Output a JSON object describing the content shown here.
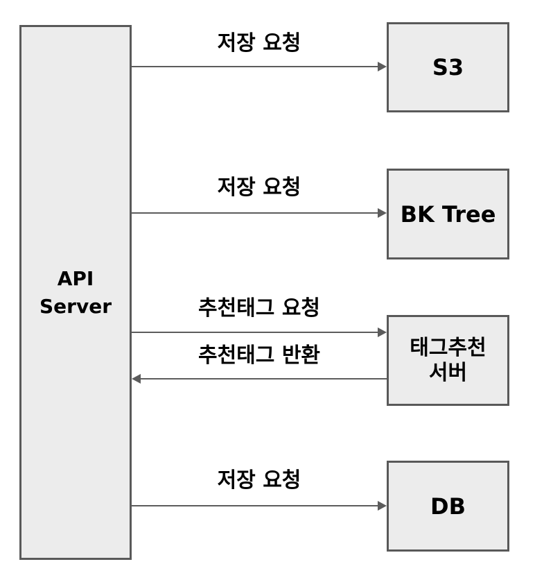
{
  "diagram": {
    "api_server": {
      "label_line1": "API",
      "label_line2": "Server"
    },
    "nodes": [
      {
        "label": "S3"
      },
      {
        "label": "BK Tree"
      },
      {
        "label_line1": "태그추천",
        "label_line2": "서버"
      },
      {
        "label": "DB"
      }
    ],
    "arrows": [
      {
        "label": "저장 요청",
        "from": "API Server",
        "to": "S3",
        "direction": "right"
      },
      {
        "label": "저장 요청",
        "from": "API Server",
        "to": "BK Tree",
        "direction": "right"
      },
      {
        "label": "추천태그 요청",
        "from": "API Server",
        "to": "태그추천 서버",
        "direction": "right"
      },
      {
        "label": "추천태그 반환",
        "from": "태그추천 서버",
        "to": "API Server",
        "direction": "left"
      },
      {
        "label": "저장 요청",
        "from": "API Server",
        "to": "DB",
        "direction": "right"
      }
    ],
    "colors": {
      "background": "#ffffff",
      "node_fill": "#ececec",
      "node_border": "#595959",
      "arrow_line": "#5c5c5c",
      "text": "#000000"
    }
  }
}
